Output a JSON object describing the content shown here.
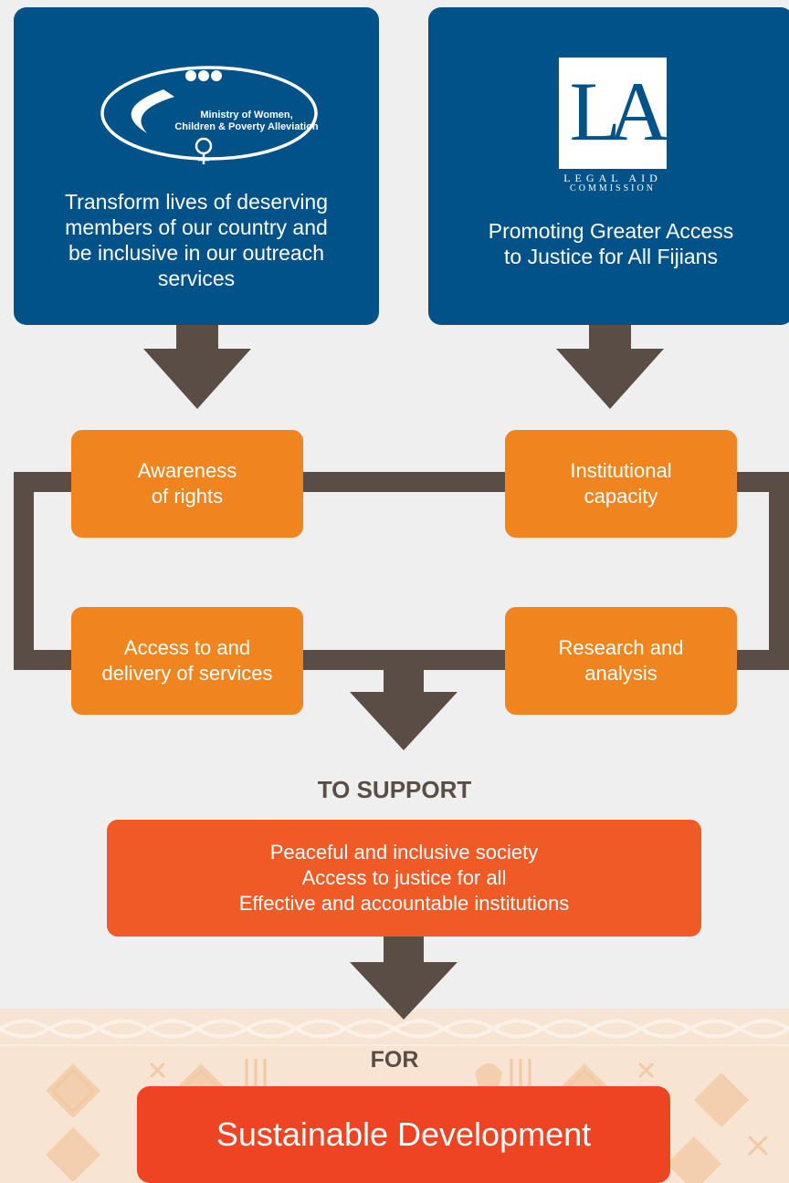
{
  "ministry": {
    "logo_text_line1": "Ministry of Women,",
    "logo_text_line2": "Children & Poverty Alleviation",
    "caption_lines": [
      "Transform lives of deserving",
      "members of our country and",
      "be inclusive in our outreach",
      "services"
    ]
  },
  "legal_aid": {
    "logo_letters": "LA",
    "logo_text_line1": "LEGAL AID",
    "logo_text_line2": "COMMISSION",
    "caption_lines": [
      "Promoting Greater Access",
      "to Justice for All Fijians"
    ]
  },
  "pillars": {
    "awareness": [
      "Awareness",
      "of rights"
    ],
    "institutional": [
      "Institutional",
      "capacity"
    ],
    "access": [
      "Access to and",
      "delivery of services"
    ],
    "research": [
      "Research and",
      "analysis"
    ]
  },
  "to_support": {
    "heading": "TO SUPPORT",
    "lines": [
      "Peaceful and inclusive society",
      "Access to justice for all",
      "Effective and accountable institutions"
    ]
  },
  "for_section": {
    "heading": "FOR",
    "goal": "Sustainable Development"
  },
  "colors": {
    "blue": "#005288",
    "orange": "#f0841f",
    "orange_red": "#ef5a27",
    "red": "#ee4424",
    "arrow_brown": "#5a4d45",
    "pattern_tan": "#f6ddc6"
  }
}
